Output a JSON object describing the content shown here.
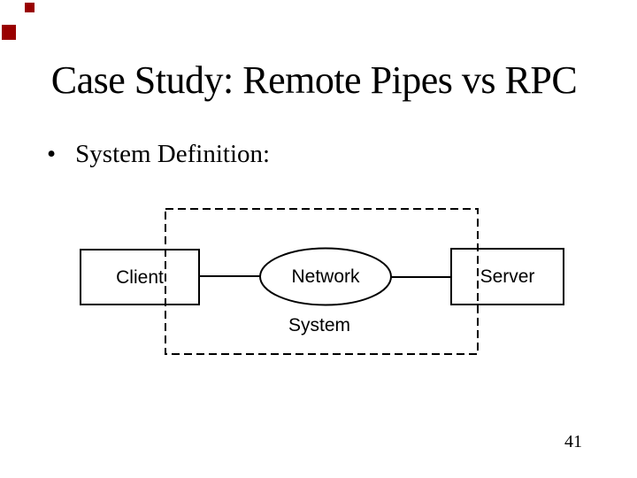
{
  "slide": {
    "title": "Case Study: Remote Pipes vs RPC",
    "bullet": {
      "glyph": "•",
      "text": "System Definition:"
    },
    "page_number": "41"
  },
  "decorations": {
    "accent_color": "#990000",
    "corner_squares": 2
  },
  "diagram": {
    "client": {
      "label": "Client",
      "shape": "rectangle"
    },
    "network": {
      "label": "Network",
      "shape": "ellipse"
    },
    "server": {
      "label": "Server",
      "shape": "rectangle"
    },
    "system_boundary": {
      "label": "System",
      "shape": "dashed-rectangle"
    },
    "edges": [
      {
        "from": "Client",
        "to": "Network"
      },
      {
        "from": "Network",
        "to": "Server"
      }
    ],
    "stroke_color": "#000000",
    "background_color": "#ffffff"
  }
}
